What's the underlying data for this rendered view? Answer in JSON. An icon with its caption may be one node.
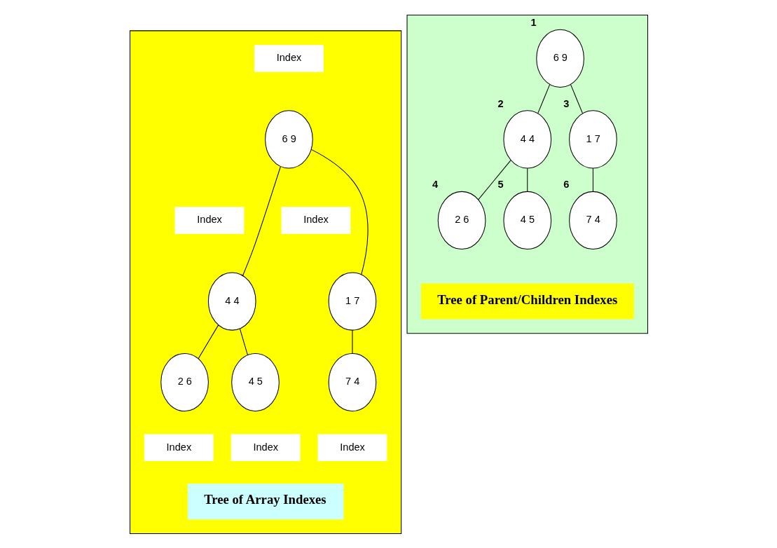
{
  "diagram": {
    "nodes": [
      {
        "text": [],
        "shape": "box"
      },
      {
        "text": [
          "Index"
        ],
        "in": 0
      },
      {
        "text": [
          "6 9"
        ],
        "in": 0
      },
      {
        "text": [
          "Index"
        ],
        "in": 0
      },
      {
        "text": [
          "Index"
        ],
        "in": 0
      },
      {
        "text": [
          "4 4"
        ],
        "in": 0
      },
      {
        "text": [
          "1 7"
        ],
        "in": 0
      },
      {
        "text": [
          "2 6"
        ],
        "in": 0
      },
      {
        "text": [
          "4 5"
        ],
        "in": 0
      },
      {
        "text": [
          "7 4"
        ],
        "in": 0
      },
      {
        "text": [
          "Index"
        ],
        "in": 0
      },
      {
        "text": [
          "Index"
        ],
        "in": 0
      },
      {
        "text": [
          "Index"
        ],
        "in": 0
      },
      {
        "text": [
          "Tree of Array Indexes"
        ],
        "in": 0
      },
      {
        "text": [],
        "shape": "box"
      },
      {
        "text": [
          "6 9"
        ],
        "in": 14,
        "beside": [
          "1"
        ]
      },
      {
        "text": [
          "4 4"
        ],
        "in": 14,
        "beside": [
          "2"
        ]
      },
      {
        "text": [
          "1 7"
        ],
        "in": 14,
        "beside": [
          "3"
        ]
      },
      {
        "text": [
          "2 6"
        ],
        "in": 14,
        "beside": [
          "4"
        ]
      },
      {
        "text": [
          "4 5"
        ],
        "in": 14,
        "beside": [
          "5"
        ]
      },
      {
        "text": [
          "7 4"
        ],
        "in": 14,
        "beside": [
          "6"
        ]
      },
      {
        "text": [
          "Tree of Parent/Children Indexes"
        ],
        "in": 14
      }
    ],
    "edges": [
      {
        "from": 2,
        "to": 5,
        "arrow": "none"
      },
      {
        "from": 2,
        "to": 6,
        "arrow": "none"
      },
      {
        "from": 5,
        "to": 7,
        "arrow": "none"
      },
      {
        "from": 5,
        "to": 8,
        "arrow": "none"
      },
      {
        "from": 6,
        "to": 9,
        "arrow": "none"
      },
      {
        "from": 15,
        "to": 16,
        "arrow": "none"
      },
      {
        "from": 15,
        "to": 17,
        "arrow": "none"
      },
      {
        "from": 16,
        "to": 18,
        "arrow": "none"
      },
      {
        "from": 16,
        "to": 19,
        "arrow": "none"
      },
      {
        "from": 17,
        "to": 20,
        "arrow": "none"
      }
    ]
  }
}
